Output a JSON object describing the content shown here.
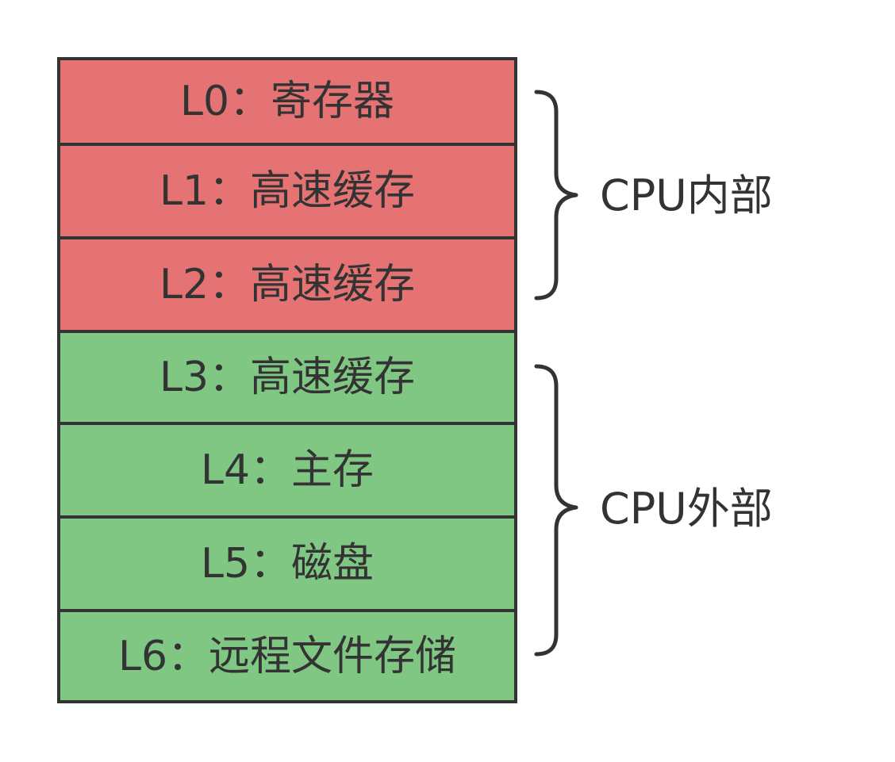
{
  "colors": {
    "inside_cpu_fill": "#e57373",
    "outside_cpu_fill": "#81c784",
    "stroke": "#333333",
    "text": "#333333"
  },
  "levels": [
    {
      "label": "L0：寄存器",
      "group": "inside"
    },
    {
      "label": "L1：高速缓存",
      "group": "inside"
    },
    {
      "label": "L2：高速缓存",
      "group": "inside"
    },
    {
      "label": "L3：高速缓存",
      "group": "outside"
    },
    {
      "label": "L4：主存",
      "group": "outside"
    },
    {
      "label": "L5：磁盘",
      "group": "outside"
    },
    {
      "label": "L6：远程文件存储",
      "group": "outside"
    }
  ],
  "groups": {
    "inside": {
      "label": "CPU内部"
    },
    "outside": {
      "label": "CPU外部"
    }
  }
}
